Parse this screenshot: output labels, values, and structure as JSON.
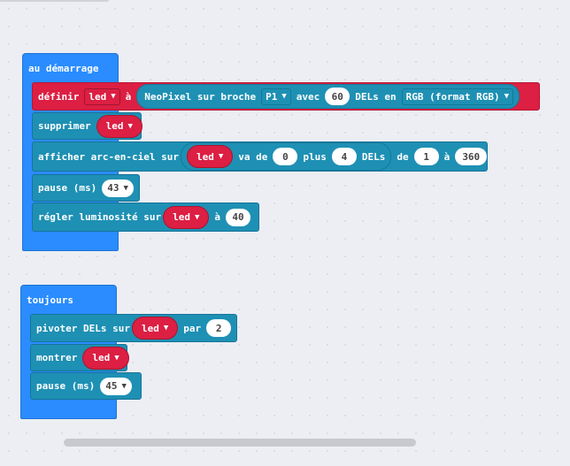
{
  "on_start": {
    "hat_label": "au démarrage",
    "set_block": {
      "label": "définir",
      "variable": "led",
      "to": "à",
      "create": {
        "label": "NeoPixel sur broche",
        "pin": "P1",
        "with": "avec",
        "count": "60",
        "leds_label": "DELs en",
        "mode": "RGB (format RGB)"
      }
    },
    "clear_block": {
      "label": "supprimer",
      "variable": "led"
    },
    "rainbow_block": {
      "label": "afficher arc-en-ciel sur",
      "variable": "led",
      "range_label": "va de",
      "start": "0",
      "plus_label": "plus",
      "length": "4",
      "leds_label": "DELs",
      "from_label": "de",
      "from_value": "1",
      "to_label": "à",
      "to_value": "360"
    },
    "pause_block": {
      "label": "pause (ms)",
      "value": "43"
    },
    "brightness_block": {
      "label": "régler luminosité sur",
      "variable": "led",
      "to_label": "à",
      "value": "40"
    }
  },
  "forever": {
    "hat_label": "toujours",
    "rotate_block": {
      "label": "pivoter DELs sur",
      "variable": "led",
      "by_label": "par",
      "value": "2"
    },
    "show_block": {
      "label": "montrer",
      "variable": "led"
    },
    "pause_block": {
      "label": "pause (ms)",
      "value": "45"
    }
  },
  "icons": {
    "dropdown": "caret-down-icon"
  },
  "colors": {
    "background": "#eceef3",
    "basic_blue": "#2a8cff",
    "neopixel_teal": "#1e90b4",
    "variable_red": "#dc1f43"
  }
}
